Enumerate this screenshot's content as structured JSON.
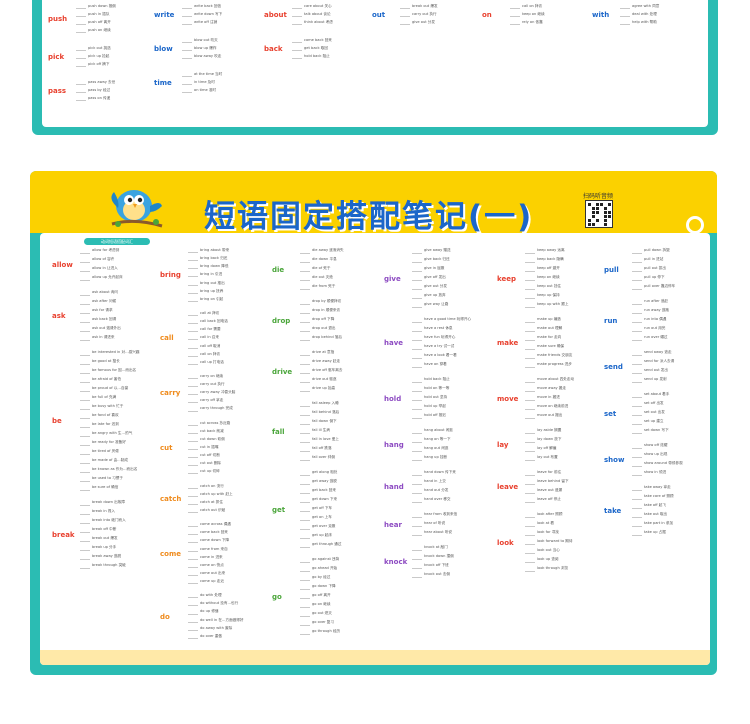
{
  "poster_title": "短语固定搭配笔记(一)",
  "qr_label": "扫码听音频",
  "section_pill": "动词短语搭配词汇",
  "colors": {
    "teal": "#2bbcb3",
    "yellow": "#fbd100",
    "blue": "#1b66c9",
    "red": "#e8412f",
    "orange": "#ef8b1d",
    "green": "#4aa53a",
    "purple": "#8d4bc2"
  },
  "top_poster": {
    "verbs": [
      {
        "word": "push",
        "color": "#e8412f"
      },
      {
        "word": "pick",
        "color": "#e8412f"
      },
      {
        "word": "pass",
        "color": "#e8412f"
      },
      {
        "word": "write",
        "color": "#1b66c9"
      },
      {
        "word": "blow",
        "color": "#1b66c9"
      },
      {
        "word": "time",
        "color": "#1b66c9"
      },
      {
        "word": "about",
        "color": "#e8412f"
      },
      {
        "word": "back",
        "color": "#e8412f"
      },
      {
        "word": "out",
        "color": "#1b66c9"
      },
      {
        "word": "on",
        "color": "#e8412f"
      },
      {
        "word": "with",
        "color": "#1b66c9"
      }
    ],
    "phrases": [
      [
        "push down 推倒",
        "push in 插队",
        "push off 离开",
        "push on 继续"
      ],
      [
        "pick out 挑选",
        "pick up 捡起",
        "pick off 摘下"
      ],
      [
        "pass away 去世",
        "pass by 经过",
        "pass on 传递"
      ],
      [
        "write back 回信",
        "write down 写下",
        "write off 注销"
      ],
      [
        "blow out 吹灭",
        "blow up 爆炸",
        "blow away 吹走"
      ],
      [
        "at the time 当时",
        "in time 及时",
        "on time 准时"
      ],
      [
        "care about 关心",
        "talk about 谈论",
        "think about 考虑"
      ],
      [
        "come back 回来",
        "get back 取回",
        "hold back 阻止"
      ],
      [
        "break out 爆发",
        "carry out 执行",
        "give out 分发"
      ],
      [
        "call on 拜访",
        "keep on 继续",
        "rely on 依靠"
      ],
      [
        "agree with 同意",
        "deal with 处理",
        "help with 帮助"
      ]
    ]
  },
  "verbs": [
    {
      "word": "allow",
      "color": "#e8412f",
      "phrases": [
        "allow for 考虑到",
        "allow of 容许",
        "allow in 让进入",
        "allow up 允许起床"
      ]
    },
    {
      "word": "ask",
      "color": "#e8412f",
      "phrases": [
        "ask about 询问",
        "ask after 问候",
        "ask for 请求",
        "ask back 回请",
        "ask out 邀请外出",
        "ask in 请进来"
      ]
    },
    {
      "word": "be",
      "color": "#e8412f",
      "phrases": [
        "be interested in 对…感兴趣",
        "be good at 擅长",
        "be famous for 因…而出名",
        "be afraid of 害怕",
        "be proud of 以…自豪",
        "be full of 充满",
        "be busy with 忙于",
        "be fond of 喜欢",
        "be late for 迟到",
        "be angry with 生…的气",
        "be ready for 准备好",
        "be tired of 厌倦",
        "be made of 由…制成",
        "be known as 作为…而出名",
        "be used to 习惯于",
        "be sure of 确信"
      ]
    },
    {
      "word": "break",
      "color": "#e8412f",
      "phrases": [
        "break down 出故障",
        "break in 闯入",
        "break into 破门而入",
        "break off 中断",
        "break out 爆发",
        "break up 分手",
        "break away 逃脱",
        "break through 突破"
      ]
    },
    {
      "word": "bring",
      "color": "#e8412f",
      "phrases": [
        "bring about 带来",
        "bring back 归还",
        "bring down 降低",
        "bring in 引进",
        "bring out 推出",
        "bring up 抚养",
        "bring on 引起"
      ]
    },
    {
      "word": "call",
      "color": "#ef8b1d",
      "phrases": [
        "call at 拜访",
        "call back 回电话",
        "call for 需要",
        "call in 召来",
        "call off 取消",
        "call on 拜访",
        "call up 打电话"
      ]
    },
    {
      "word": "carry",
      "color": "#ef8b1d",
      "phrases": [
        "carry on 继续",
        "carry out 执行",
        "carry away 冲昏头脑",
        "carry off 拿走",
        "carry through 完成"
      ]
    },
    {
      "word": "cut",
      "color": "#ef8b1d",
      "phrases": [
        "cut across 抄近路",
        "cut back 削减",
        "cut down 砍倒",
        "cut in 插嘴",
        "cut off 切断",
        "cut out 删除",
        "cut up 切碎"
      ]
    },
    {
      "word": "catch",
      "color": "#ef8b1d",
      "phrases": [
        "catch on 流行",
        "catch up with 赶上",
        "catch at 抓住",
        "catch out 识破"
      ]
    },
    {
      "word": "come",
      "color": "#ef8b1d",
      "phrases": [
        "come across 偶遇",
        "come back 回来",
        "come down 下降",
        "come from 来自",
        "come in 进来",
        "come on 快点",
        "come out 出来",
        "come up 走近"
      ]
    },
    {
      "word": "do",
      "color": "#ef8b1d",
      "phrases": [
        "do with 处理",
        "do without 没有…也行",
        "do up 修缮",
        "do well in 在…方面做得好",
        "do away with 废除",
        "do over 重做"
      ]
    },
    {
      "word": "die",
      "color": "#4aa53a",
      "phrases": [
        "die away 逐渐消失",
        "die down 平息",
        "die of 死于",
        "die out 灭绝",
        "die from 死于"
      ]
    },
    {
      "word": "drop",
      "color": "#4aa53a",
      "phrases": [
        "drop by 顺便拜访",
        "drop in 顺便来访",
        "drop off 下降",
        "drop out 退出",
        "drop behind 落后"
      ]
    },
    {
      "word": "drive",
      "color": "#4aa53a",
      "phrases": [
        "drive at 意指",
        "drive away 赶走",
        "drive off 驱车离去",
        "drive out 驱逐",
        "drive up 抬高"
      ]
    },
    {
      "word": "fall",
      "color": "#4aa53a",
      "phrases": [
        "fall asleep 入睡",
        "fall behind 落后",
        "fall down 倒下",
        "fall ill 生病",
        "fall in love 爱上",
        "fall off 跌落",
        "fall over 绊倒"
      ]
    },
    {
      "word": "get",
      "color": "#4aa53a",
      "phrases": [
        "get along 相处",
        "get away 逃脱",
        "get back 回来",
        "get down 下来",
        "get off 下车",
        "get on 上车",
        "get over 克服",
        "get up 起床",
        "get through 通过"
      ]
    },
    {
      "word": "go",
      "color": "#4aa53a",
      "phrases": [
        "go against 违背",
        "go ahead 开始",
        "go by 经过",
        "go down 下降",
        "go off 离开",
        "go on 继续",
        "go out 熄灭",
        "go over 复习",
        "go through 经历"
      ]
    },
    {
      "word": "give",
      "color": "#8d4bc2",
      "phrases": [
        "give away 赠送",
        "give back 归还",
        "give in 屈服",
        "give off 发出",
        "give out 分发",
        "give up 放弃",
        "give way 让路"
      ]
    },
    {
      "word": "have",
      "color": "#8d4bc2",
      "phrases": [
        "have a good time 玩得开心",
        "have a rest 休息",
        "have fun 玩得开心",
        "have a try 试一试",
        "have a look 看一看",
        "have on 穿着"
      ]
    },
    {
      "word": "hold",
      "color": "#8d4bc2",
      "phrases": [
        "hold back 阻止",
        "hold on 等一等",
        "hold out 坚持",
        "hold up 举起",
        "hold off 推迟"
      ]
    },
    {
      "word": "hang",
      "color": "#8d4bc2",
      "phrases": [
        "hang about 闲逛",
        "hang on 等一下",
        "hang out 闲逛",
        "hang up 挂断"
      ]
    },
    {
      "word": "hand",
      "color": "#8d4bc2",
      "phrases": [
        "hand down 传下来",
        "hand in 上交",
        "hand out 分发",
        "hand over 移交"
      ]
    },
    {
      "word": "hear",
      "color": "#8d4bc2",
      "phrases": [
        "hear from 收到来信",
        "hear of 听说",
        "hear about 听说"
      ]
    },
    {
      "word": "knock",
      "color": "#8d4bc2",
      "phrases": [
        "knock at 敲门",
        "knock down 撞倒",
        "knock off 下班",
        "knock out 击倒"
      ]
    },
    {
      "word": "keep",
      "color": "#e8412f",
      "phrases": [
        "keep away 远离",
        "keep back 隐瞒",
        "keep off 避开",
        "keep on 继续",
        "keep out 挡住",
        "keep up 保持",
        "keep up with 跟上"
      ]
    },
    {
      "word": "make",
      "color": "#e8412f",
      "phrases": [
        "make up 编造",
        "make out 理解",
        "make for 走向",
        "make sure 确保",
        "make friends 交朋友",
        "make progress 进步"
      ]
    },
    {
      "word": "move",
      "color": "#e8412f",
      "phrases": [
        "move about 四处走动",
        "move away 搬走",
        "move in 搬进",
        "move on 继续前进",
        "move out 搬出"
      ]
    },
    {
      "word": "lay",
      "color": "#e8412f",
      "phrases": [
        "lay aside 搁置",
        "lay down 放下",
        "lay off 解雇",
        "lay out 布置"
      ]
    },
    {
      "word": "leave",
      "color": "#e8412f",
      "phrases": [
        "leave for 前往",
        "leave behind 留下",
        "leave out 遗漏",
        "leave off 停止"
      ]
    },
    {
      "word": "look",
      "color": "#e8412f",
      "phrases": [
        "look after 照顾",
        "look at 看",
        "look for 寻找",
        "look forward to 期待",
        "look out 当心",
        "look up 查阅",
        "look through 浏览"
      ]
    },
    {
      "word": "pull",
      "color": "#1b66c9",
      "phrases": [
        "pull down 拆毁",
        "pull in 进站",
        "pull out 拔出",
        "pull up 停下",
        "pull over 靠边停车"
      ]
    },
    {
      "word": "run",
      "color": "#1b66c9",
      "phrases": [
        "run after 追赶",
        "run away 逃跑",
        "run into 偶遇",
        "run out 用完",
        "run over 碾过"
      ]
    },
    {
      "word": "send",
      "color": "#1b66c9",
      "phrases": [
        "send away 遣走",
        "send for 派人去请",
        "send out 发出",
        "send up 发射"
      ]
    },
    {
      "word": "set",
      "color": "#1b66c9",
      "phrases": [
        "set about 着手",
        "set off 出发",
        "set out 出发",
        "set up 建立",
        "set down 写下"
      ]
    },
    {
      "word": "show",
      "color": "#1b66c9",
      "phrases": [
        "show off 炫耀",
        "show up 出现",
        "show around 带领参观",
        "show in 领进"
      ]
    },
    {
      "word": "take",
      "color": "#1b66c9",
      "phrases": [
        "take away 拿走",
        "take care of 照顾",
        "take off 起飞",
        "take out 取出",
        "take part in 参加",
        "take up 占据"
      ]
    }
  ]
}
